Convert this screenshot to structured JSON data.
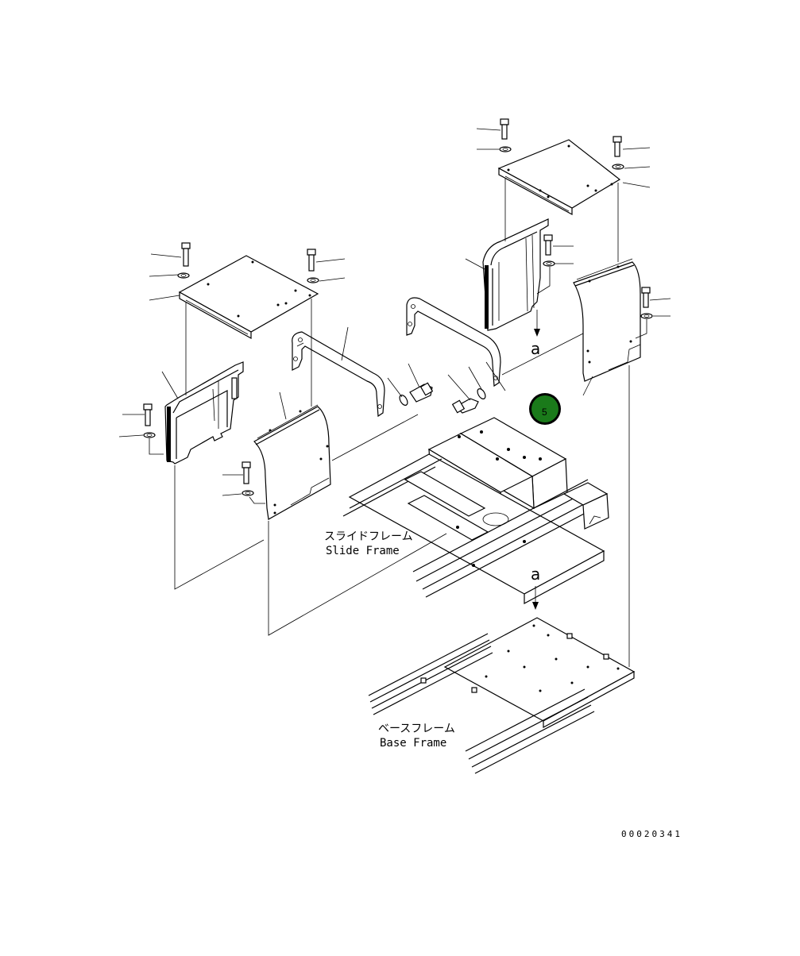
{
  "labels": {
    "slide_frame_jp": "スライドフレーム",
    "slide_frame_en": "Slide Frame",
    "base_frame_jp": "ベースフレーム",
    "base_frame_en": "Base Frame",
    "view_marker_1": "a",
    "view_marker_2": "a",
    "drawing_number": "00020341"
  },
  "badge": {
    "number": "5",
    "color": "#1a7a1a"
  }
}
